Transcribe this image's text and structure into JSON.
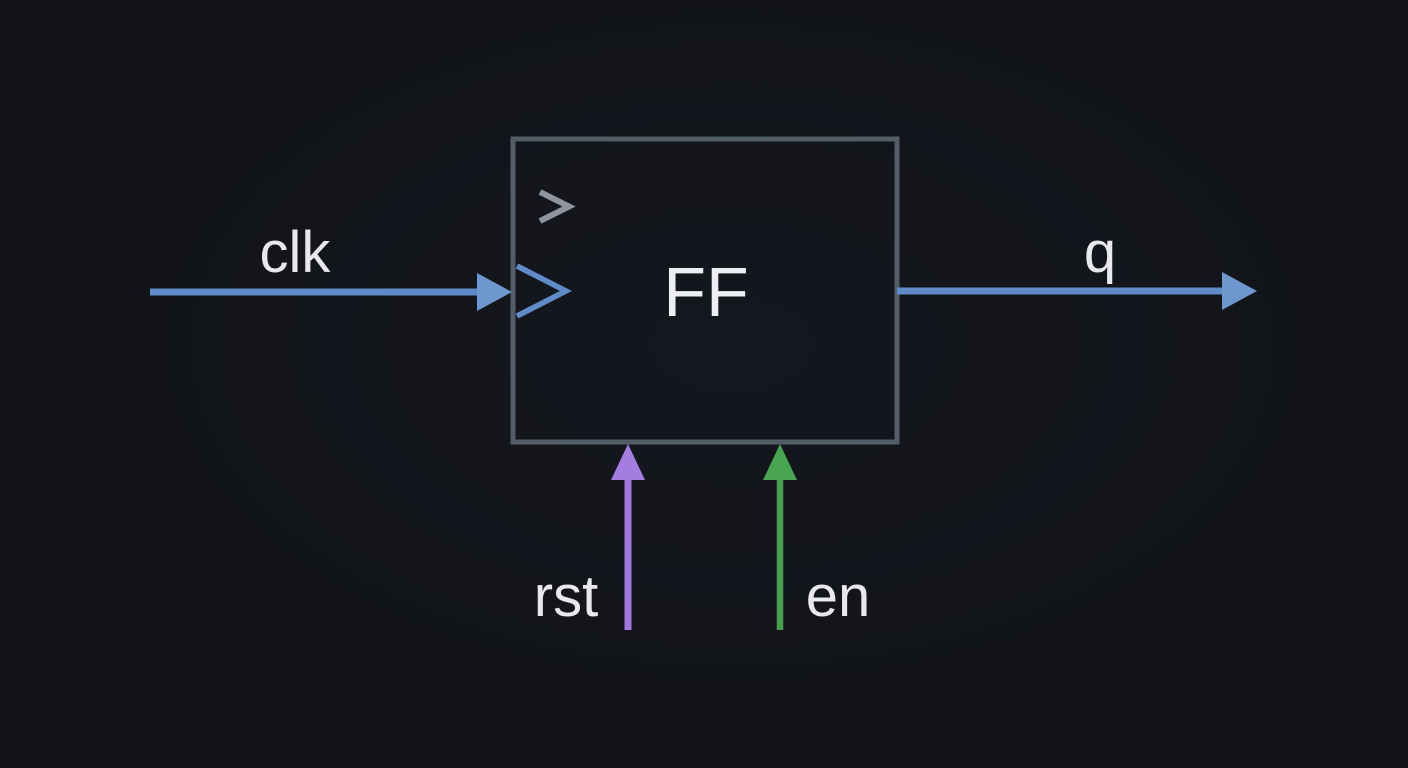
{
  "diagram": {
    "type": "logic-block-diagram",
    "block": {
      "label": "FF",
      "description": "flip-flop block with clock edge marker"
    },
    "ports": [
      {
        "id": "clk",
        "label": "clk",
        "side": "left",
        "direction": "input",
        "kind": "clock",
        "color": "#5f8cc8"
      },
      {
        "id": "q",
        "label": "q",
        "side": "right",
        "direction": "output",
        "kind": "data",
        "color": "#5f8cc8"
      },
      {
        "id": "rst",
        "label": "rst",
        "side": "bottom",
        "direction": "input",
        "kind": "reset",
        "color": "#a178df"
      },
      {
        "id": "en",
        "label": "en",
        "side": "bottom",
        "direction": "input",
        "kind": "enable",
        "color": "#45a04e"
      }
    ],
    "colors": {
      "background": "#12141a",
      "box_border": "#525d68",
      "signal_blue": "#5f8cc8",
      "signal_blue_head": "#6e97d0",
      "signal_purple": "#a178df",
      "signal_purple_head": "#a47de1",
      "signal_green": "#45a04e",
      "signal_green_head": "#48a551",
      "text": "#e7e9ec",
      "clock_glyph_gray": "#8f969f"
    }
  }
}
